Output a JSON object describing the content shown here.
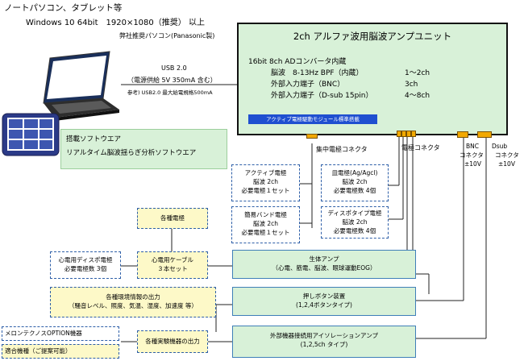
{
  "header": {
    "line1": "ノートパソコン、タブレット等",
    "line2": "Windows 10 64bit　1920×1080（推奨） 以上",
    "line3": "弊社推奨パソコン(Panasonic製)"
  },
  "usb": {
    "title": "USB 2.0",
    "power": "（電源供給 5V 350mA 含む）",
    "note": "参考) USB2.0 最大給電規格500mA"
  },
  "software": {
    "title": "搭載ソフトウエア",
    "name": "リアルタイム脳波揺らぎ分析ソフトウエア"
  },
  "unit": {
    "title": "2ch アルファ波用脳波アンプユニット",
    "spec1": "16bit 8ch ADコンバータ内蔵",
    "spec2_label": "脳波　8-13Hz BPF（内蔵）",
    "spec2_value": "1～2ch",
    "spec3_label": "外部入力端子（BNC）",
    "spec3_value": "3ch",
    "spec4_label": "外部入力端子（D-sub 15pin）",
    "spec4_value": "4～8ch",
    "badge": "アクティブ電極駆動モジュール標準搭載"
  },
  "connectors": {
    "central": "集中電極コネクタ",
    "electrode": "電極コネクタ",
    "bnc_line1": "BNC",
    "bnc_line2": "コネクタ",
    "bnc_line3": "±10V",
    "dsub_line1": "Dsub",
    "dsub_line2": "コネクタ",
    "dsub_line3": "±10V"
  },
  "boxes": {
    "active": [
      "アクティブ電極",
      "脳波 2ch",
      "必要電極１セット"
    ],
    "simple": [
      "簡易バンド電極",
      "脳波 2ch",
      "必要電極１セット"
    ],
    "dish": [
      "皿電極(Ag/Agcl)",
      "脳波 2ch",
      "必要電極数 4個"
    ],
    "disposable": [
      "ディスポタイプ電極",
      "脳波 2ch",
      "必要電極数 4個"
    ],
    "various_electrodes": "各種電極",
    "ecg_disposable": [
      "心電用ディスポ電極",
      "必要電極数 3個"
    ],
    "ecg_cable": [
      "心電用ケーブル",
      "３本セット"
    ],
    "bio_amp": [
      "生体アンプ",
      "（心電、筋電、脳波、眼球運動EOG）"
    ],
    "env_sensors": [
      "各種環境情報の出力",
      "（騒音レベル、照度、気温、湿度、加速度 等）"
    ],
    "push_button": [
      "押しボタン装置",
      "(1,2,4ボタンタイプ)"
    ],
    "meron_option": "メロンテクノスOPTION機器",
    "compatible": "適合機種（ご提案可能）",
    "experiment_output": "各種実験機器の出力",
    "isolation_amp": [
      "外部機器接続用アイソレーションアンプ",
      "(1,2,5ch タイプ)"
    ]
  },
  "colors": {
    "dashed_border": "#2e5fa8",
    "green_fill": "#d8f1d8",
    "yellow_fill": "#fdf9c8",
    "connector": "#f2a900",
    "badge": "#1f4fd0"
  }
}
